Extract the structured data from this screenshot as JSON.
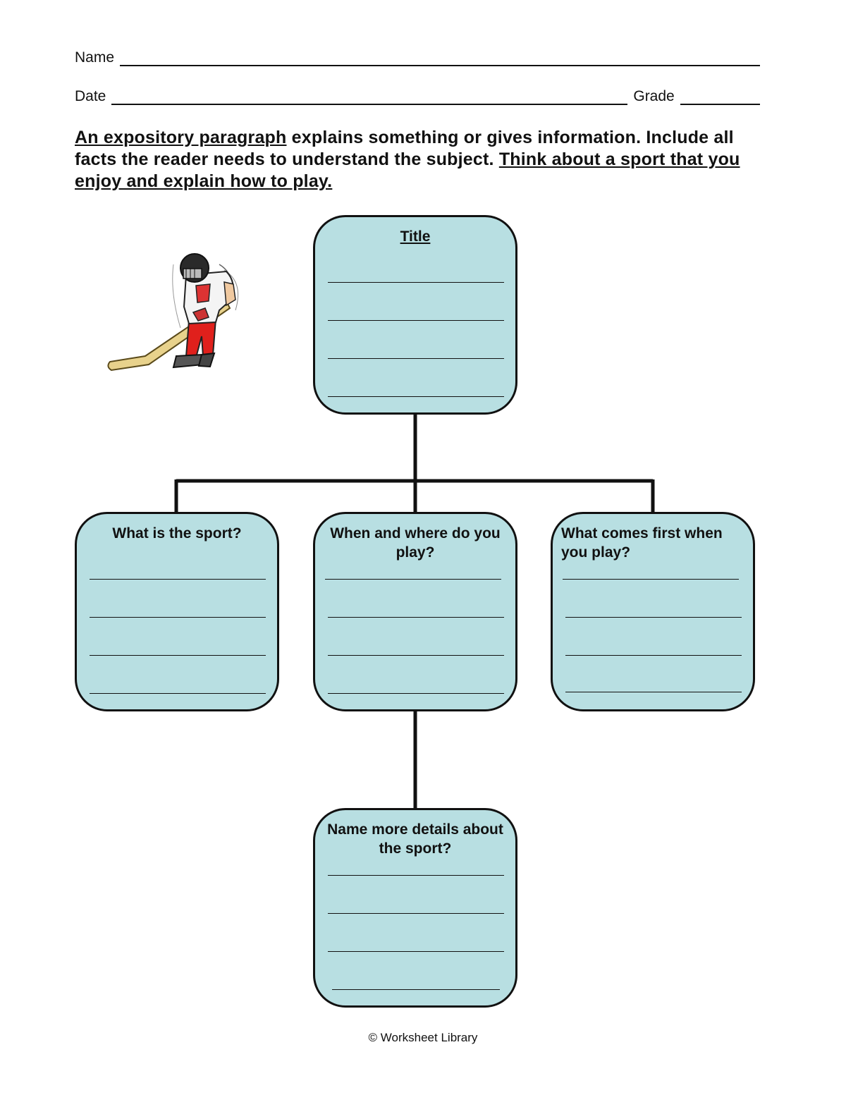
{
  "header": {
    "name_label": "Name",
    "date_label": "Date",
    "grade_label": "Grade"
  },
  "intro": {
    "term": "An expository paragraph",
    "text1": " explains something or gives information. Include all facts the reader needs to understand the subject. ",
    "task": "Think about a sport that you enjoy and explain how to play."
  },
  "image": {
    "icon": "hockey-player-icon"
  },
  "boxes": {
    "title": "Title",
    "sport": "What is the sport?",
    "when": "When and where do you play?",
    "first": "What comes first when you play?",
    "details": "Name more details about the sport?"
  },
  "colors": {
    "box_fill": "#b8dfe2",
    "line": "#111111"
  },
  "footer": "© Worksheet Library"
}
